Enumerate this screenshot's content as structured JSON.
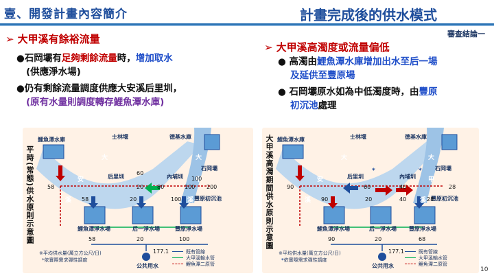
{
  "header": {
    "section_title": "壹、開發計畫內容簡介",
    "slide_title": "計畫完成後的供水模式",
    "review_note": "審查結論一"
  },
  "left": {
    "heading": "大甲溪有餘裕流量",
    "b1_p1": "石岡壩有",
    "b1_p2": "足夠剩餘流量",
    "b1_p3": "時，",
    "b1_p4": "增加取水",
    "b1_line2": "(供應淨水場)",
    "b2_line1": "仍有剩餘流量調度供應大安溪后里圳，",
    "b2_line2": "(原有水量則調度轉存鯉魚潭水庫)"
  },
  "right": {
    "heading": "大甲溪高濁度或流量偏低",
    "b1_p1": "高濁由",
    "b1_p2": "鯉魚潭水庫增加出水至后一場",
    "b1_line2": "及延供至豐原場",
    "b2_p1": "石岡壩原水如為中低濁度時，由",
    "b2_p2": "豐原",
    "b2_line2_p1": "初沉池",
    "b2_line2_p2": "處理"
  },
  "diagram_left": {
    "side_label": "平時(常態)供水原則示意圖",
    "reservoir": "鯉魚潭水庫",
    "forest": "士林堰",
    "deji": "德基水庫",
    "river1": "大",
    "river2": "安",
    "river3": "溪",
    "river4": "大",
    "river5": "甲",
    "river6": "溪",
    "houli": "后里圳",
    "neipu": "內埔圳",
    "shigang": "石岡壩",
    "fengyuan_pre": "豐原初沉池",
    "plant1": "鯉魚潭淨水場",
    "plant2": "后一淨水場",
    "plant3": "豐原淨水場",
    "public": "公共用水",
    "n_58a": "58",
    "n_60": "60",
    "n_20a": "20",
    "n_80": "80",
    "n_100a": "100",
    "n_100b": "100",
    "n_200": "200",
    "n_58b": "58",
    "n_20b": "20",
    "n_100c": "100",
    "n_58c": "58",
    "n_20c": "20",
    "n_100d": "100",
    "n_177": "177.1",
    "note1": "※平均供水量(萬立方公尺/日)",
    "note2": "*依實際需求彈性調度",
    "legend1": "既有管線",
    "legend2": "大甲溪輸水管",
    "legend3": "鯉魚潭二原管"
  },
  "diagram_right": {
    "side_label": "大甲溪高濁期間供水原則示意圖",
    "reservoir": "鯉魚潭水庫",
    "forest": "士林堰",
    "deji": "德基水庫",
    "river1": "大",
    "river2": "安",
    "river3": "溪",
    "river4": "大",
    "river5": "甲",
    "river6": "溪",
    "houli": "后里圳",
    "neipu": "內埔圳",
    "shigang": "石岡壩",
    "fengyuan_pre": "豐原初沉池",
    "plant1": "鯉魚潭淨水場",
    "plant2": "后一淨水場",
    "plant3": "豐原淨水場",
    "public": "公共用水",
    "n_90a": "90",
    "n_60": "60",
    "n_40": "40",
    "n_28a": "28",
    "n_90b": "90",
    "n_20a": "20",
    "n_40b": "40",
    "n_28b": "28",
    "n_90c": "90",
    "n_20b": "20",
    "n_68": "68",
    "n_177": "177.1",
    "star1": "*",
    "star2": "*",
    "note1": "※平均供水量(萬立方公尺/日)",
    "note2": "依實際需求彈性調度",
    "legend1": "既有管線",
    "legend2": "大甲溪輸水管",
    "legend3": "鯉魚潭二原管"
  },
  "page_number": "10",
  "colors": {
    "title_blue": "#1f4e9c",
    "accent_red": "#c00000",
    "highlight_blue": "#1f4ec9",
    "panel_bg": "#fff2e6",
    "river_blue": "#5b9bd5",
    "pipe_green": "#00b050"
  }
}
